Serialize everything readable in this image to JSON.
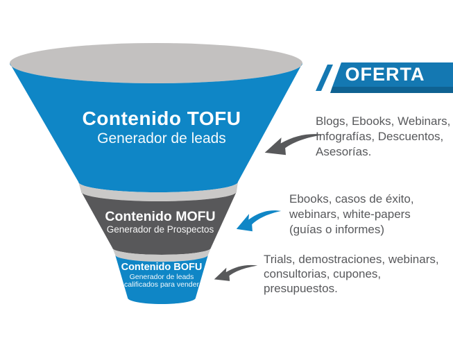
{
  "banner": {
    "label": "OFERTA",
    "color": "#1478b2",
    "shadow_color": "#0f6292"
  },
  "funnel": {
    "colors": {
      "blue": "#0f86c6",
      "dark": "#58585a",
      "rim": "#c3c1c0",
      "lip": "#cac9c8"
    },
    "stages": [
      {
        "title": "Contenido TOFU",
        "subtitle_lines": [
          "Generador de leads"
        ]
      },
      {
        "title": "Contenido MOFU",
        "subtitle_lines": [
          "Generador de Prospectos"
        ]
      },
      {
        "title": "Contenido BOFU",
        "subtitle_lines": [
          "Generador de leads",
          "calificados para vender"
        ]
      }
    ]
  },
  "offers": [
    {
      "arrow_color": "#58595b",
      "lines": [
        "Blogs, Ebooks, Webinars,",
        "Infografías, Descuentos,",
        "Asesorías."
      ]
    },
    {
      "arrow_color": "#0f86c6",
      "lines": [
        "Ebooks, casos de éxito,",
        "webinars, white-papers",
        "(guías o informes)"
      ]
    },
    {
      "arrow_color": "#58595b",
      "lines": [
        "Trials, demostraciones, webinars,",
        "consultorias, cupones, presupuestos."
      ]
    }
  ]
}
